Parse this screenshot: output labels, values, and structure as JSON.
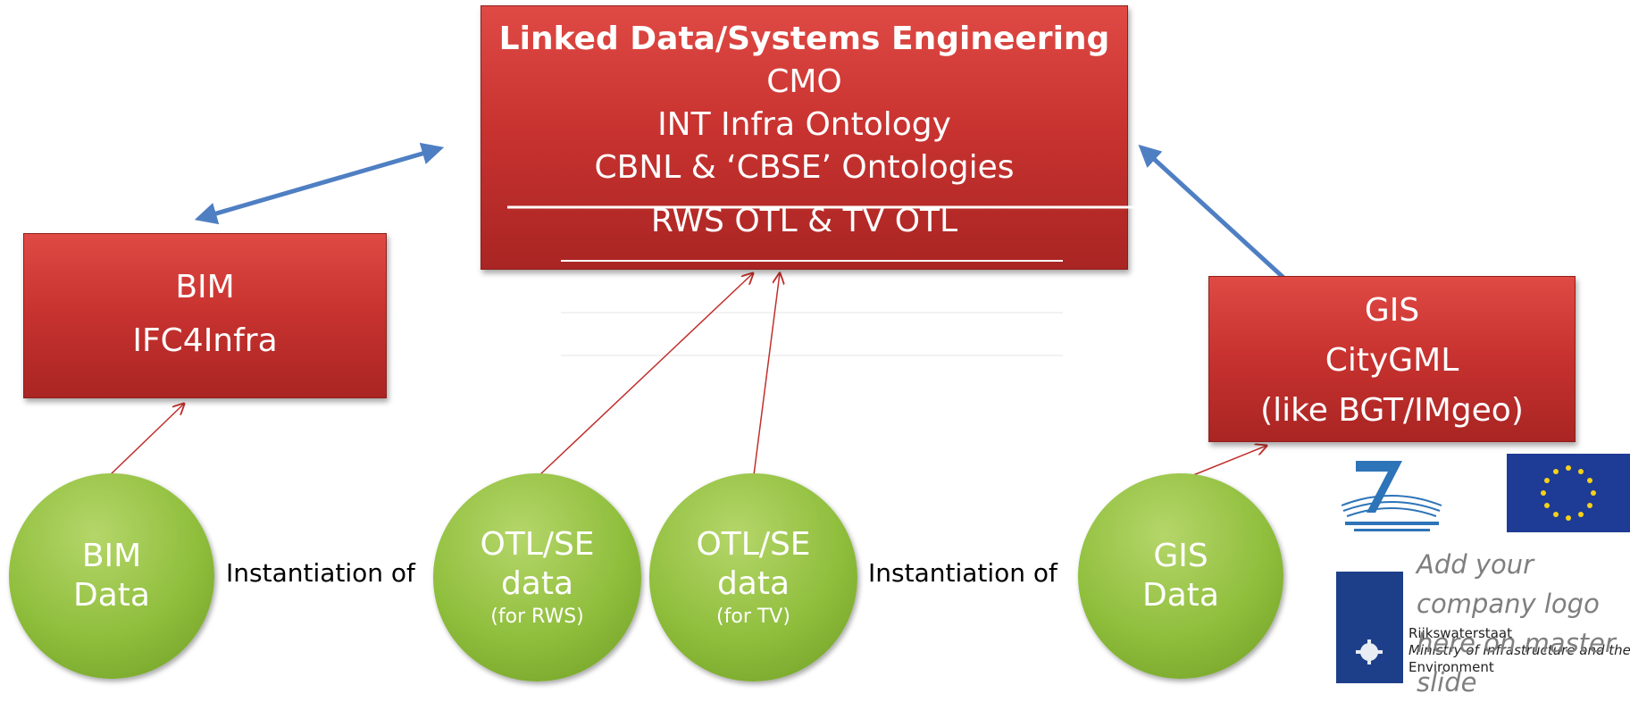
{
  "top_box": {
    "title": "Linked Data/Systems Engineering",
    "lines": [
      "CMO",
      "INT Infra Ontology",
      "CBNL & ‘CBSE’ Ontologies",
      "RWS OTL & TV OTL"
    ]
  },
  "bim_box": {
    "lines": [
      "BIM",
      "IFC4Infra"
    ]
  },
  "gis_box": {
    "lines": [
      "GIS",
      "CityGML",
      "(like BGT/IMgeo)"
    ]
  },
  "circles": [
    {
      "big": [
        "BIM",
        "Data"
      ],
      "small": ""
    },
    {
      "big": [
        "OTL/SE",
        "data"
      ],
      "small": "(for RWS)"
    },
    {
      "big": [
        "OTL/SE",
        "data"
      ],
      "small": "(for TV)"
    },
    {
      "big": [
        "GIS",
        "Data"
      ],
      "small": ""
    }
  ],
  "instantiation_labels": [
    "Instantiation of",
    "Instantiation of"
  ],
  "logo_placeholder": "Add your company logo here on master slide",
  "rijkswaterstaat": {
    "name": "Rijkswaterstaat",
    "ministry": "Ministry of Infrastructure and the",
    "environment": "Environment"
  },
  "colors": {
    "box_red": "#c93330",
    "circle_green": "#8fbe3c",
    "double_arrow_blue": "#4f7fc3",
    "thin_arrow_red": "#c0302c"
  }
}
